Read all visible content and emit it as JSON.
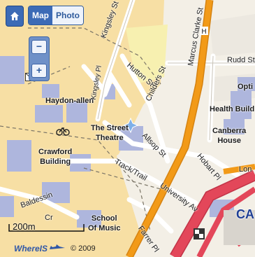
{
  "controls": {
    "map_label": "Map",
    "photo_label": "Photo",
    "zoom_out": "−",
    "zoom_in": "+"
  },
  "scale_label": "200m",
  "brand": "WhereIS",
  "copyright": "© 2009",
  "labels": {
    "kingsley_st": "Kingsley St",
    "hutton_st": "Hutton St",
    "marcus_clarke_st": "Marcus Clarke St",
    "rudd_st": "Rudd St",
    "opti": "Opti",
    "haydon_allen": "Haydon-allen",
    "kingsley_pl": "Kingsley Pl",
    "childers_st": "Childers St",
    "health_build": "Health Build",
    "the_street_theatre": "The Street\nTheatre",
    "allsop_st": "Allsop St",
    "canberra_house": "Canberra\nHouse",
    "crawford_building": "Crawford\nBuilding",
    "hobart_pl": "Hobart Pl",
    "lon": "Lon",
    "track_trail": "Track/Trail",
    "university_av": "University Av",
    "baldessin": "Baldessin",
    "cr": "Cr",
    "school_of_music": "School\nOf Music",
    "farrer_pl": "Farrer Pl",
    "ca": "CA"
  },
  "icon_names": [
    "home-icon",
    "mail-icon",
    "bicycle-icon",
    "info-star-icon",
    "checker-icon"
  ],
  "colors": {
    "campus": "#f7dfa4",
    "building": "#aeb6dd",
    "main_road": "#f29a18",
    "highway": "#e3475a",
    "control_blue": "#3c6bb6"
  }
}
